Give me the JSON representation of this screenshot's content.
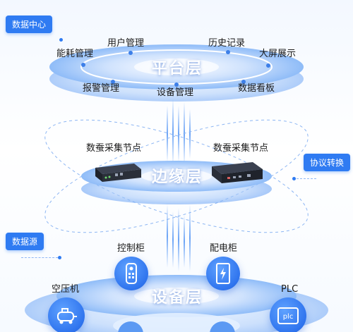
{
  "colors": {
    "accent": "#2f7bf2",
    "ring": "#b7d3fb",
    "disc": "#d7e7fd"
  },
  "tags": {
    "data_center": "数据中心",
    "protocol": "协议转换",
    "data_source": "数据源"
  },
  "platform": {
    "title": "平台层",
    "items": [
      "能耗管理",
      "用户管理",
      "历史记录",
      "大屏展示",
      "报警管理",
      "设备管理",
      "数据看板"
    ]
  },
  "edge": {
    "title": "边缘层",
    "nodes": [
      "数蚕采集节点",
      "数蚕采集节点"
    ]
  },
  "device": {
    "title": "设备层",
    "items": [
      "控制柜",
      "配电柜",
      "空压机",
      "PLC"
    ]
  },
  "icons": {
    "control_cabinet": "remote-control-icon",
    "power_cabinet": "power-cabinet-icon",
    "air_compressor": "air-compressor-icon",
    "plc": "plc-icon",
    "plc_text": "plc"
  }
}
